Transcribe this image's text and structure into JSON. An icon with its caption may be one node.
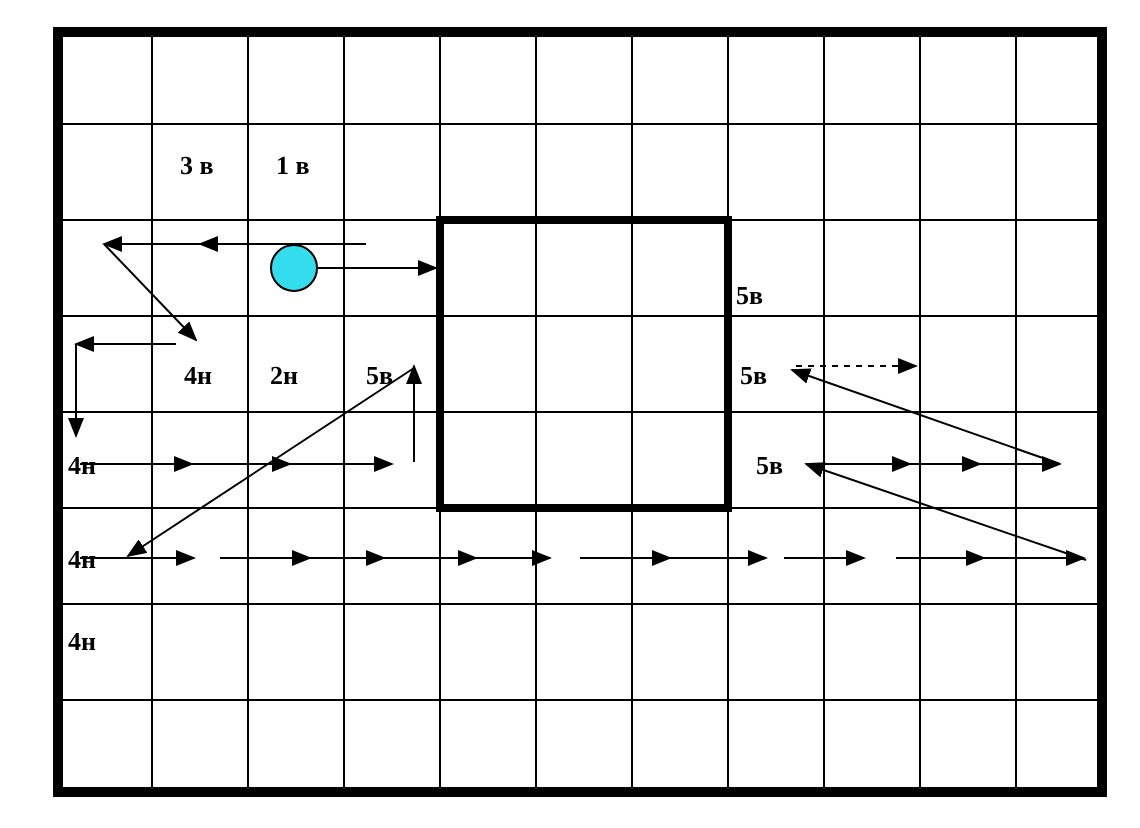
{
  "diagram": {
    "nodes": [
      {
        "text": [],
        "shape": "circle"
      },
      {
        "text": [],
        "shape": "box"
      }
    ],
    "edges": [
      {
        "from": 0,
        "to": 1,
        "arrow": "to"
      }
    ],
    "labels": [
      "3 в",
      "1 в",
      "5в",
      "4н",
      "2н",
      "5в",
      "5в",
      "4н",
      "5в",
      "4н",
      "4н"
    ]
  }
}
